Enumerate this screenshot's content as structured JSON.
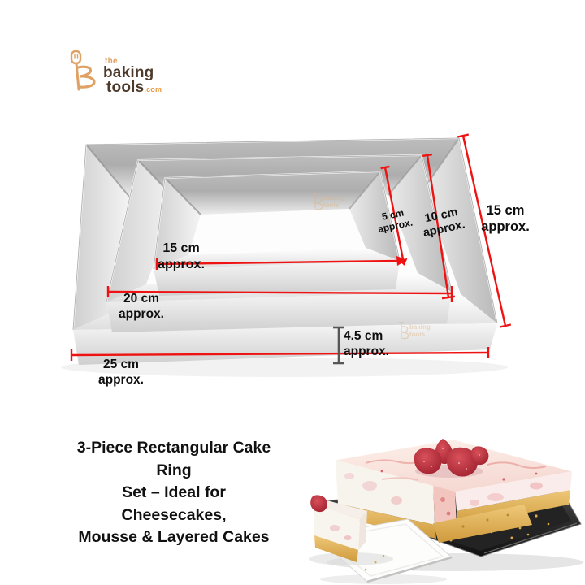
{
  "brand": {
    "the": "the",
    "baking": "baking",
    "tools": "tools",
    "com": ".com"
  },
  "annotations": {
    "inner_length": {
      "value": "15 cm",
      "qualifier": "approx."
    },
    "middle_length": {
      "value": "20 cm",
      "qualifier": "approx."
    },
    "outer_length": {
      "value": "25 cm",
      "qualifier": "approx."
    },
    "inner_width": {
      "value": "5 cm",
      "qualifier": "approx."
    },
    "middle_width": {
      "value": "10 cm",
      "qualifier": "approx."
    },
    "outer_width": {
      "value": "15 cm",
      "qualifier": "approx."
    },
    "height": {
      "value": "4.5 cm",
      "qualifier": "approx."
    }
  },
  "caption": {
    "line1": "3-Piece Rectangular Cake Ring",
    "line2": "Set – Ideal for Cheesecakes,",
    "line3": "Mousse & Layered Cakes"
  },
  "colors": {
    "dimension_red": "#ee1212",
    "height_marker_gray": "#565656",
    "brand_tan": "#dfa164",
    "brand_brown": "#4e3a2a",
    "brand_orange": "#e8993f",
    "caption_black": "#111111",
    "steel_gray": "#c6c6c6",
    "crust_gold": "#d9a345",
    "strawberry_red": "#b5273a"
  }
}
